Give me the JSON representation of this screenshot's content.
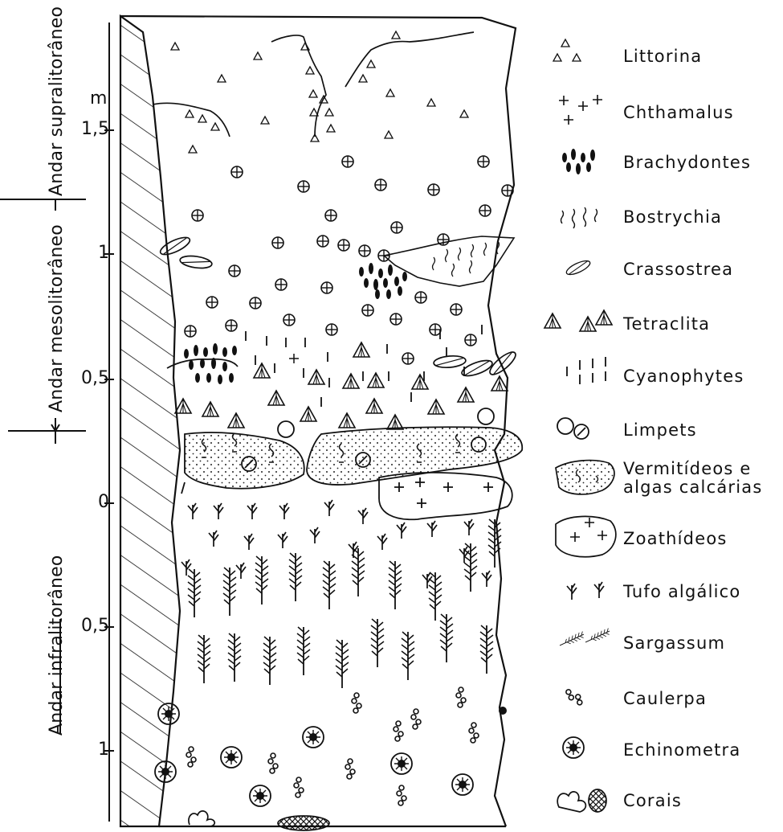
{
  "zones": {
    "supra": "Andar supralitorâneo",
    "meso": "Andar mesolitorâneo",
    "infra": "Andar infralitorâneo"
  },
  "scale": {
    "unit": "m",
    "ticks": [
      "1,5",
      "1",
      "0,5",
      "0",
      "0,5",
      "1"
    ]
  },
  "legend": [
    {
      "icon": "littorina-icon",
      "label": "Littorina"
    },
    {
      "icon": "chthamalus-icon",
      "label": "Chthamalus"
    },
    {
      "icon": "brachydontes-icon",
      "label": "Brachydontes"
    },
    {
      "icon": "bostrychia-icon",
      "label": "Bostrychia"
    },
    {
      "icon": "crassostrea-icon",
      "label": "Crassostrea"
    },
    {
      "icon": "tetraclita-icon",
      "label": "Tetraclita"
    },
    {
      "icon": "cyanophytes-icon",
      "label": "Cyanophytes"
    },
    {
      "icon": "limpets-icon",
      "label": "Limpets"
    },
    {
      "icon": "vermitideos-icon",
      "label": "Vermitídeos e",
      "label2": "algas calcárias"
    },
    {
      "icon": "zoathideos-icon",
      "label": "Zoathídeos"
    },
    {
      "icon": "tufo-algalico-icon",
      "label": "Tufo algálico"
    },
    {
      "icon": "sargassum-icon",
      "label": "Sargassum"
    },
    {
      "icon": "caulerpa-icon",
      "label": "Caulerpa"
    },
    {
      "icon": "echinometra-icon",
      "label": "Echinometra"
    },
    {
      "icon": "corais-icon",
      "label": "Corais"
    }
  ]
}
